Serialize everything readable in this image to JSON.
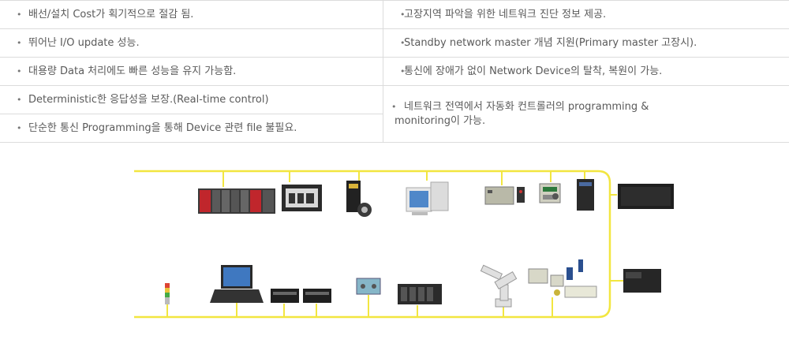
{
  "features": {
    "left": [
      "배선/설치 Cost가 획기적으로 절감 됨.",
      "뛰어난 I/O update 성능.",
      "대용량 Data 처리에도 빠른 성능을 유지 가능함.",
      "Deterministic한 응답성을 보장.(Real-time control)",
      "단순한 통신 Programming을 통해 Device 관련 file 불필요."
    ],
    "right": [
      "고장지역 파악을 위한 네트워크 진단 정보 제공.",
      "Standby network master 개념 지원(Primary master 고장시).",
      "통신에 장애가 없이 Network Device의 탈착, 복원이 가능.",
      "네트워크 전역에서 자동화 컨트롤러의 programming &",
      "monitoring이 가능."
    ]
  },
  "colors": {
    "network_line": "#f2e640",
    "border": "#dcdcdc",
    "text": "#5a5a5a"
  },
  "devices_top": [
    "plc-rack-icon",
    "hmi-panel-icon",
    "servo-drive-icon",
    "pc-monitor-icon",
    "io-module-icon",
    "io-module-icon",
    "controller-icon",
    "display-panel-icon"
  ],
  "devices_bottom": [
    "signal-tower-icon",
    "laptop-icon",
    "io-block-icon",
    "io-block-icon",
    "sensor-module-icon",
    "plc-rack-icon",
    "robot-arm-icon",
    "sensor-cluster-icon",
    "drive-unit-icon"
  ]
}
